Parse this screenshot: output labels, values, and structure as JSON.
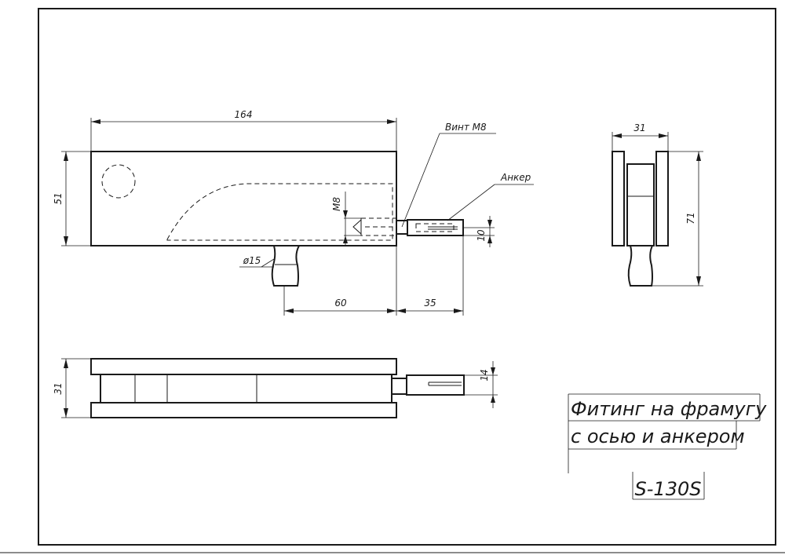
{
  "drawing": {
    "title_line1": "Фитинг на фрамугу",
    "title_line2": "с осью и анкером",
    "code": "S-130S"
  },
  "dims": {
    "length": "164",
    "height": "51",
    "m8": "M8",
    "ten": "10",
    "phi15": "ø15",
    "sixty": "60",
    "thirtyfive": "35",
    "side_width": "31",
    "side_height": "71",
    "bottom_height": "31",
    "fourteen": "14"
  },
  "callouts": {
    "screw": "Винт М8",
    "anchor": "Анкер"
  }
}
